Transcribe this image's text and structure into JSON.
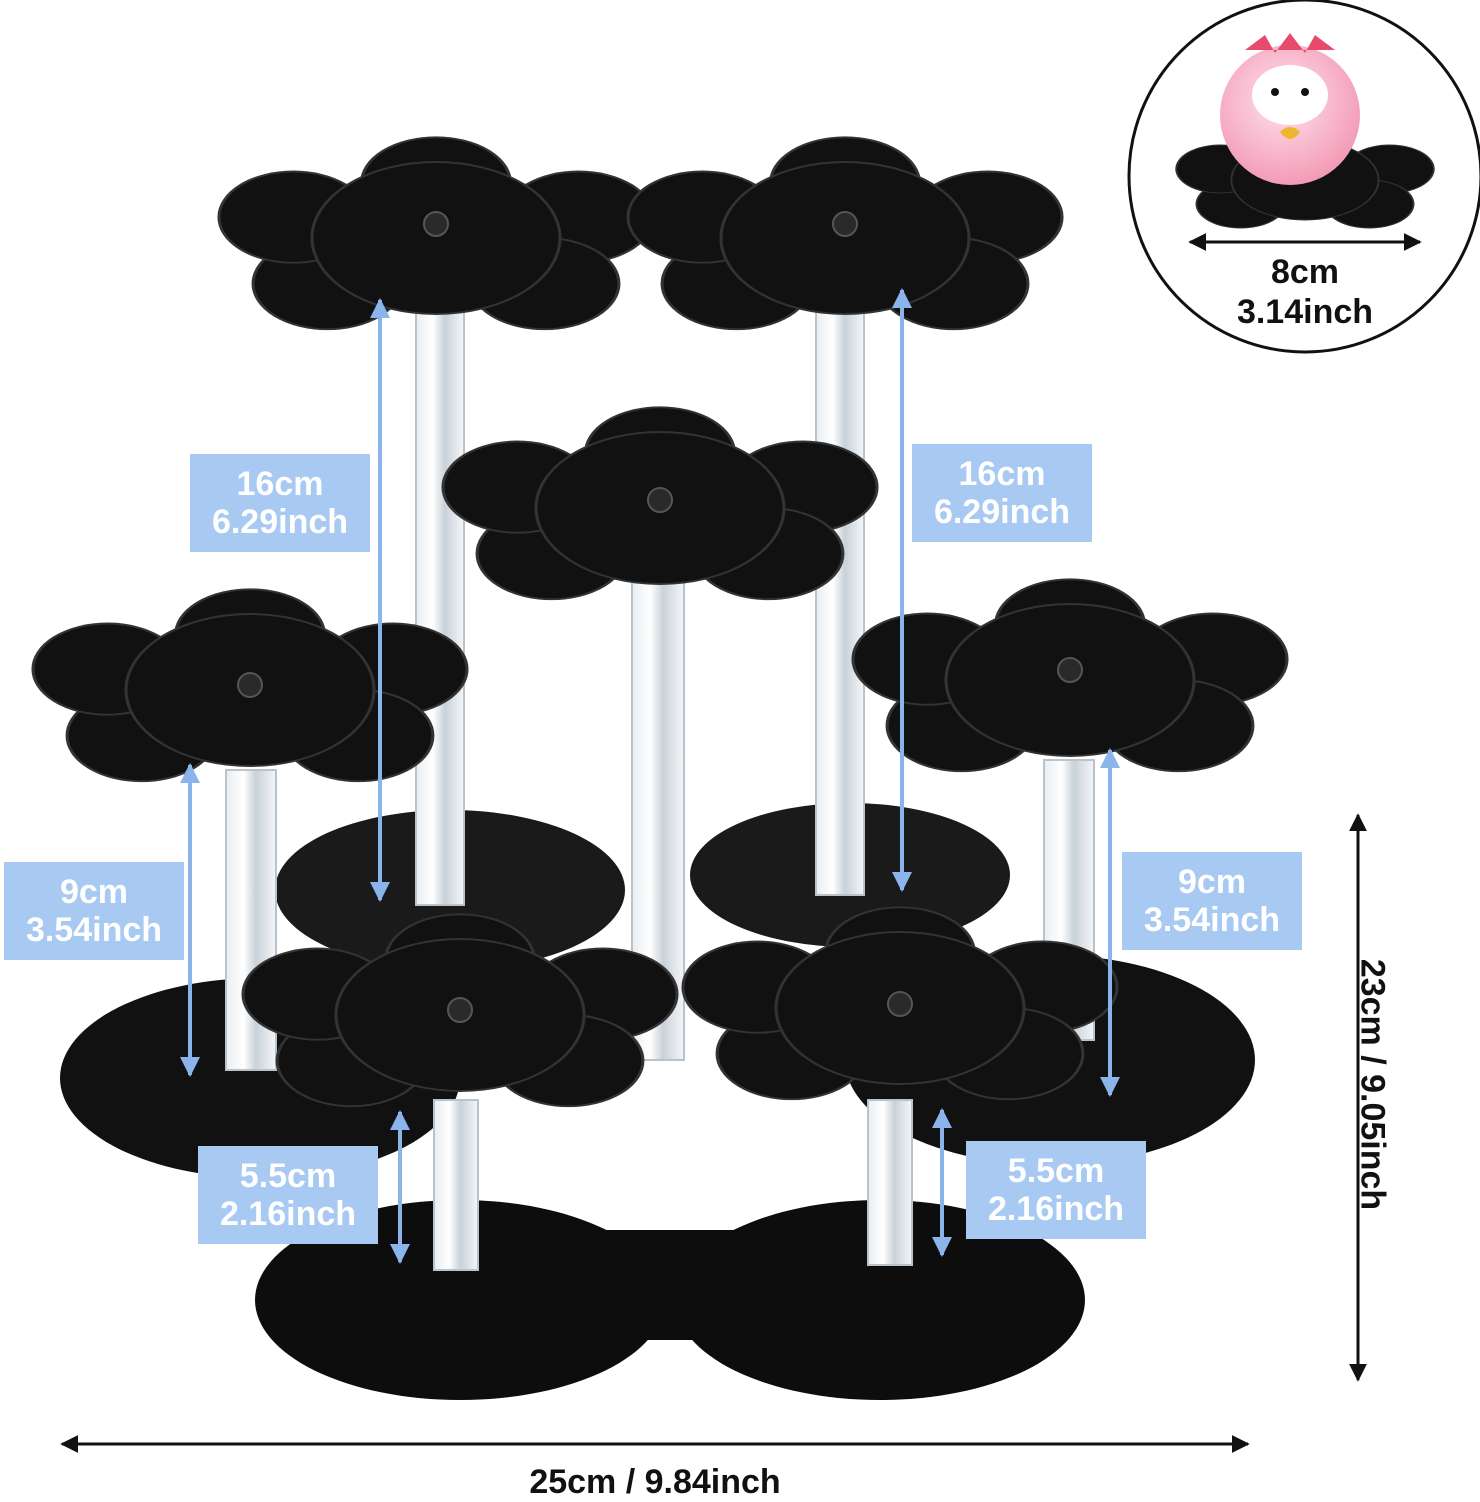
{
  "dimensions": {
    "width_total": "25cm / 9.84inch",
    "height_total": "23cm / 9.05inch",
    "tall_left": {
      "cm": "16cm",
      "inch": "6.29inch"
    },
    "tall_right": {
      "cm": "16cm",
      "inch": "6.29inch"
    },
    "mid_left": {
      "cm": "9cm",
      "inch": "3.54inch"
    },
    "mid_right": {
      "cm": "9cm",
      "inch": "3.54inch"
    },
    "short_left": {
      "cm": "5.5cm",
      "inch": "2.16inch"
    },
    "short_right": {
      "cm": "5.5cm",
      "inch": "2.16inch"
    },
    "platform": {
      "cm": "8cm",
      "inch": "3.14inch"
    }
  },
  "colors": {
    "acrylic_black": "#111111",
    "label_blue": "#a8c9f2",
    "arrow_blue": "#8ab4ea"
  }
}
